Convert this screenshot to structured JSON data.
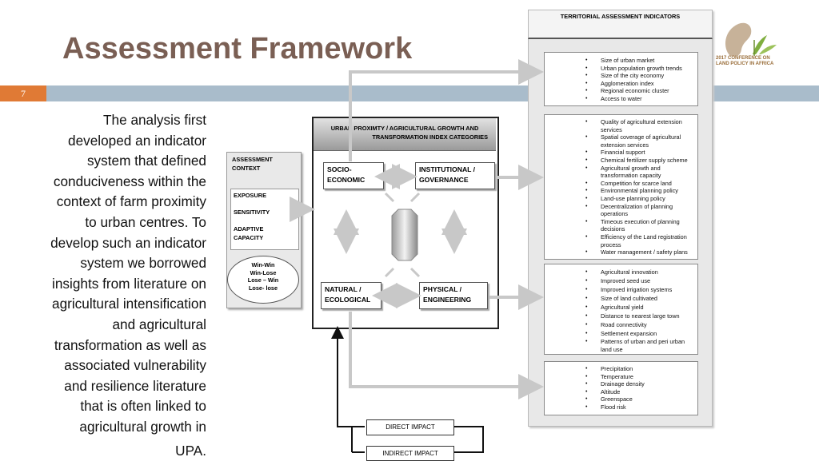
{
  "title": "Assessment Framework",
  "page_number": "7",
  "body_lines": [
    "The analysis first",
    "developed an indicator",
    "system that defined",
    "conduciveness within the",
    "context of farm proximity",
    "to urban centres. To",
    "develop such an indicator",
    "system we borrowed",
    "insights from literature on",
    "agricultural intensification",
    "and agricultural",
    "transformation as well as",
    "associated vulnerability",
    "and resilience literature",
    "that is often linked to",
    "agricultural growth in",
    "UPA."
  ],
  "logo": {
    "line1": "2017 CONFERENCE ON",
    "line2": "LAND POLICY IN AFRICA",
    "icon": "woman-plant-logo"
  },
  "panel": {
    "title": "TERRITORIAL ASSESSMENT INDICATORS",
    "groups": [
      [
        "Size of urban market",
        "Urban population growth trends",
        "Size of the city economy",
        "Agglomeration index",
        "Regional economic cluster",
        "Access to water"
      ],
      [
        "Quality of agricultural extension services",
        "Spatial coverage of agricultural extension services",
        "Financial support",
        "Chemical fertilizer supply scheme",
        "Agricultural growth and transformation capacity",
        "Competition for scarce land",
        "Environmental planning policy",
        "Land-use planning policy",
        "Decentralization of planning operations",
        "Timeous execution of planning decisions",
        "Efficiency of the Land registration process",
        "Water management / safety plans"
      ],
      [
        "Agricultural innovation",
        "Improved seed use",
        "Improved irrigation systems",
        "Size of land cultivated",
        "Agricultural yield",
        "Distance to nearest large town",
        "Road connectivity",
        "Settlement expansion",
        "Patterns of urban and peri urban land use"
      ],
      [
        "Precipitation",
        "Temperature",
        "Drainage density",
        "Altitude",
        "Greenspace",
        "Flood risk"
      ]
    ]
  },
  "framework": {
    "header_line1": "URBAN PROXIMTY / AGRICULTURAL GROWTH AND",
    "header_line2": "TRANSFORMATION INDEX CATEGORIES",
    "boxes": {
      "socio_line1": "SOCIO-",
      "socio_line2": "ECONOMIC",
      "inst_line1": "INSTITUTIONAL /",
      "inst_line2": "GOVERNANCE",
      "natural_line1": "NATURAL /",
      "natural_line2": "ECOLOGICAL",
      "physical_line1": "PHYSICAL /",
      "physical_line2": "ENGINEERING"
    }
  },
  "context": {
    "title_line1": "ASSESSMENT",
    "title_line2": "CONTEXT",
    "items": [
      "EXPOSURE",
      "SENSITIVITY",
      "ADAPTIVE",
      "CAPACITY"
    ],
    "outcomes": [
      "Win-Win",
      "Win-Lose",
      "Lose – Win",
      "Lose- lose"
    ]
  },
  "legend": {
    "direct": "DIRECT IMPACT",
    "indirect": "INDIRECT IMPACT"
  },
  "colors": {
    "title": "#7a5f54",
    "band": "#a9bccb",
    "page_box": "#e07a35",
    "arrow": "#c8c8c8"
  }
}
